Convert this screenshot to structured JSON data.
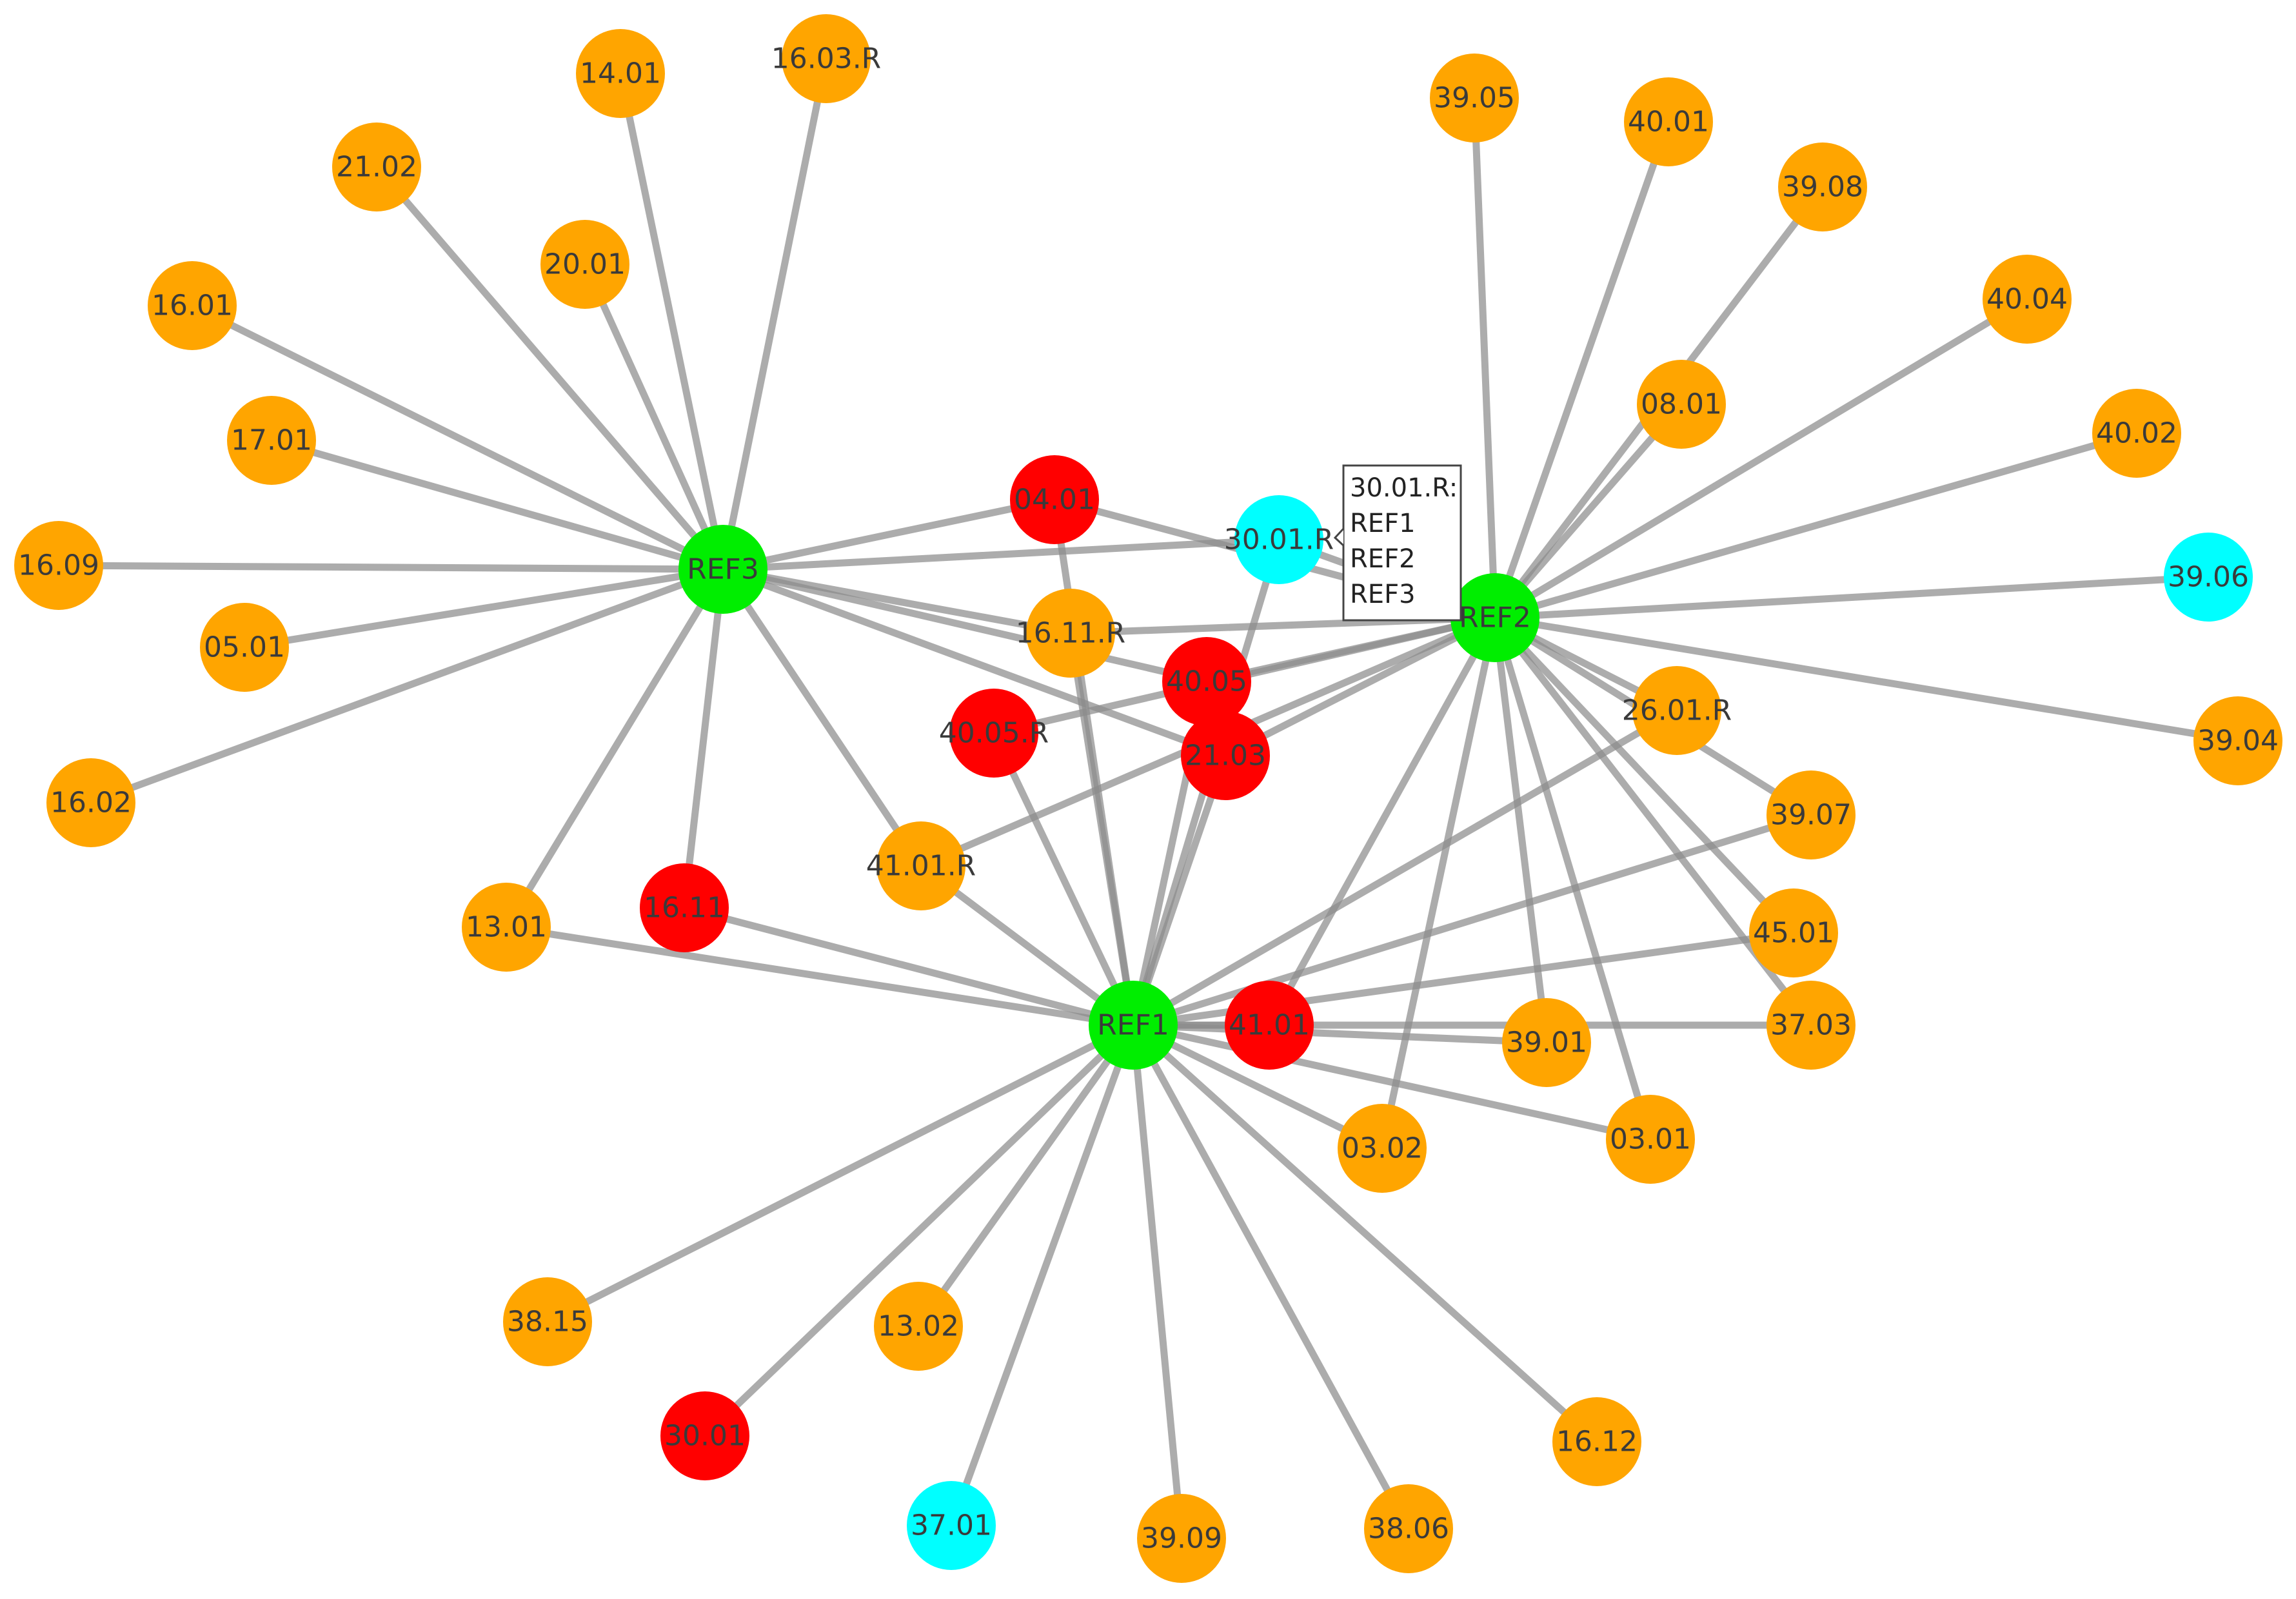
{
  "colors": {
    "reference": "#00ee00",
    "shared": "#ff0000",
    "cyan": "#00ffff",
    "orange": "#ffa500",
    "edge": "#8c8c8c"
  },
  "graph": {
    "nodes": [
      {
        "id": "REF1",
        "label": "REF1",
        "color": "#00ee00"
      },
      {
        "id": "REF2",
        "label": "REF2",
        "color": "#00ee00"
      },
      {
        "id": "REF3",
        "label": "REF3",
        "color": "#00ee00"
      },
      {
        "id": "04.01",
        "label": "04.01",
        "color": "#ff0000"
      },
      {
        "id": "40.05",
        "label": "40.05",
        "color": "#ff0000"
      },
      {
        "id": "40.05.R",
        "label": "40.05.R",
        "color": "#ff0000"
      },
      {
        "id": "21.03",
        "label": "21.03",
        "color": "#ff0000"
      },
      {
        "id": "16.11",
        "label": "16.11",
        "color": "#ff0000"
      },
      {
        "id": "41.01",
        "label": "41.01",
        "color": "#ff0000"
      },
      {
        "id": "30.01",
        "label": "30.01",
        "color": "#ff0000"
      },
      {
        "id": "30.01.R",
        "label": "30.01.R",
        "color": "#00ffff"
      },
      {
        "id": "39.06",
        "label": "39.06",
        "color": "#00ffff"
      },
      {
        "id": "37.01",
        "label": "37.01",
        "color": "#00ffff"
      },
      {
        "id": "14.01",
        "label": "14.01",
        "color": "#ffa500"
      },
      {
        "id": "16.03.R",
        "label": "16.03.R",
        "color": "#ffa500"
      },
      {
        "id": "21.02",
        "label": "21.02",
        "color": "#ffa500"
      },
      {
        "id": "20.01",
        "label": "20.01",
        "color": "#ffa500"
      },
      {
        "id": "16.01",
        "label": "16.01",
        "color": "#ffa500"
      },
      {
        "id": "17.01",
        "label": "17.01",
        "color": "#ffa500"
      },
      {
        "id": "16.09",
        "label": "16.09",
        "color": "#ffa500"
      },
      {
        "id": "05.01",
        "label": "05.01",
        "color": "#ffa500"
      },
      {
        "id": "16.02",
        "label": "16.02",
        "color": "#ffa500"
      },
      {
        "id": "13.01",
        "label": "13.01",
        "color": "#ffa500"
      },
      {
        "id": "41.01.R",
        "label": "41.01.R",
        "color": "#ffa500"
      },
      {
        "id": "16.11.R",
        "label": "16.11.R",
        "color": "#ffa500"
      },
      {
        "id": "39.05",
        "label": "39.05",
        "color": "#ffa500"
      },
      {
        "id": "40.01",
        "label": "40.01",
        "color": "#ffa500"
      },
      {
        "id": "39.08",
        "label": "39.08",
        "color": "#ffa500"
      },
      {
        "id": "40.04",
        "label": "40.04",
        "color": "#ffa500"
      },
      {
        "id": "08.01",
        "label": "08.01",
        "color": "#ffa500"
      },
      {
        "id": "40.02",
        "label": "40.02",
        "color": "#ffa500"
      },
      {
        "id": "39.04",
        "label": "39.04",
        "color": "#ffa500"
      },
      {
        "id": "26.01.R",
        "label": "26.01.R",
        "color": "#ffa500"
      },
      {
        "id": "39.07",
        "label": "39.07",
        "color": "#ffa500"
      },
      {
        "id": "45.01",
        "label": "45.01",
        "color": "#ffa500"
      },
      {
        "id": "37.03",
        "label": "37.03",
        "color": "#ffa500"
      },
      {
        "id": "39.01",
        "label": "39.01",
        "color": "#ffa500"
      },
      {
        "id": "03.01",
        "label": "03.01",
        "color": "#ffa500"
      },
      {
        "id": "03.02",
        "label": "03.02",
        "color": "#ffa500"
      },
      {
        "id": "38.15",
        "label": "38.15",
        "color": "#ffa500"
      },
      {
        "id": "13.02",
        "label": "13.02",
        "color": "#ffa500"
      },
      {
        "id": "39.09",
        "label": "39.09",
        "color": "#ffa500"
      },
      {
        "id": "38.06",
        "label": "38.06",
        "color": "#ffa500"
      },
      {
        "id": "16.12",
        "label": "16.12",
        "color": "#ffa500"
      }
    ],
    "edges": [
      [
        "REF3",
        "14.01"
      ],
      [
        "REF3",
        "16.03.R"
      ],
      [
        "REF3",
        "21.02"
      ],
      [
        "REF3",
        "20.01"
      ],
      [
        "REF3",
        "16.01"
      ],
      [
        "REF3",
        "17.01"
      ],
      [
        "REF3",
        "16.09"
      ],
      [
        "REF3",
        "05.01"
      ],
      [
        "REF3",
        "16.02"
      ],
      [
        "REF3",
        "13.01"
      ],
      [
        "REF3",
        "16.11"
      ],
      [
        "REF3",
        "41.01.R"
      ],
      [
        "REF3",
        "04.01"
      ],
      [
        "REF3",
        "30.01.R"
      ],
      [
        "REF3",
        "16.11.R"
      ],
      [
        "REF3",
        "40.05"
      ],
      [
        "REF3",
        "21.03"
      ],
      [
        "REF2",
        "39.05"
      ],
      [
        "REF2",
        "40.01"
      ],
      [
        "REF2",
        "39.08"
      ],
      [
        "REF2",
        "40.04"
      ],
      [
        "REF2",
        "08.01"
      ],
      [
        "REF2",
        "40.02"
      ],
      [
        "REF2",
        "39.06"
      ],
      [
        "REF2",
        "39.04"
      ],
      [
        "REF2",
        "26.01.R"
      ],
      [
        "REF2",
        "39.07"
      ],
      [
        "REF2",
        "45.01"
      ],
      [
        "REF2",
        "37.03"
      ],
      [
        "REF2",
        "39.01"
      ],
      [
        "REF2",
        "03.01"
      ],
      [
        "REF2",
        "03.02"
      ],
      [
        "REF2",
        "41.01"
      ],
      [
        "REF2",
        "04.01"
      ],
      [
        "REF2",
        "30.01.R"
      ],
      [
        "REF2",
        "16.11.R"
      ],
      [
        "REF2",
        "40.05"
      ],
      [
        "REF2",
        "40.05.R"
      ],
      [
        "REF2",
        "21.03"
      ],
      [
        "REF2",
        "41.01.R"
      ],
      [
        "REF1",
        "13.01"
      ],
      [
        "REF1",
        "16.11"
      ],
      [
        "REF1",
        "41.01.R"
      ],
      [
        "REF1",
        "40.05.R"
      ],
      [
        "REF1",
        "04.01"
      ],
      [
        "REF1",
        "16.11.R"
      ],
      [
        "REF1",
        "30.01.R"
      ],
      [
        "REF1",
        "21.03"
      ],
      [
        "REF1",
        "40.05"
      ],
      [
        "REF1",
        "41.01"
      ],
      [
        "REF1",
        "39.01"
      ],
      [
        "REF1",
        "03.02"
      ],
      [
        "REF1",
        "03.01"
      ],
      [
        "REF1",
        "37.03"
      ],
      [
        "REF1",
        "45.01"
      ],
      [
        "REF1",
        "39.07"
      ],
      [
        "REF1",
        "26.01.R"
      ],
      [
        "REF1",
        "38.15"
      ],
      [
        "REF1",
        "13.02"
      ],
      [
        "REF1",
        "30.01"
      ],
      [
        "REF1",
        "37.01"
      ],
      [
        "REF1",
        "39.09"
      ],
      [
        "REF1",
        "38.06"
      ],
      [
        "REF1",
        "16.12"
      ]
    ]
  },
  "tooltip": {
    "title": "30.01.R:",
    "lines": [
      "REF1",
      "REF2",
      "REF3"
    ]
  }
}
